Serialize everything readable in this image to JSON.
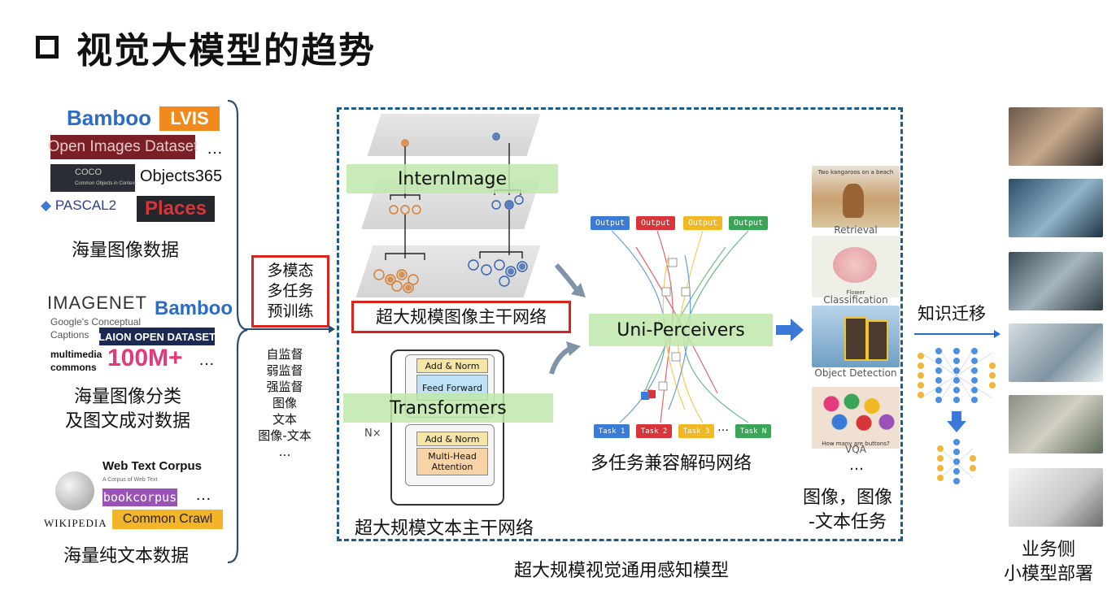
{
  "title": "视觉大模型的趋势",
  "left": {
    "logos_image": {
      "bamboo": "Bamboo",
      "lvis": "LVIS",
      "open_images": "Open Images Dataset",
      "coco": "COCO",
      "coco_sub": "Common Objects in Context",
      "objects365": "Objects365",
      "pascal": "PASCAL2",
      "places": "Places",
      "ellipsis": "…"
    },
    "caption_image": "海量图像数据",
    "logos_pair": {
      "imagenet": "IMAGENET",
      "bamboo": "Bamboo",
      "google_cc_line1": "Google's Conceptual",
      "google_cc_line2": "Captions",
      "laion": "LAION OPEN DATASET",
      "mm_line1": "multimedia",
      "mm_line2": "commons",
      "yfcc": "100M+",
      "ellipsis": "…"
    },
    "caption_pair_line1": "海量图像分类",
    "caption_pair_line2": "及图文成对数据",
    "logos_text": {
      "web_text": "Web Text Corpus",
      "web_text_sub": "A Corpus of Web Text",
      "bookcorpus": "bookcorpus",
      "common_crawl": "Common Crawl",
      "wikipedia": "WIKIPEDIA",
      "ellipsis": "…"
    },
    "caption_text": "海量纯文本数据"
  },
  "pretrain": {
    "lines": [
      "多模态",
      "多任务",
      "预训练"
    ],
    "supervision": [
      "自监督",
      "弱监督",
      "强监督",
      "图像",
      "文本",
      "图像-文本",
      "…"
    ]
  },
  "center": {
    "intern_image": "InternImage",
    "image_backbone": "超大规模图像主干网络",
    "add_norm": "Add & Norm",
    "feed_forward": "Feed Forward",
    "multi_head": "Multi-Head Attention",
    "nx": "N×",
    "transformers": "Transformers",
    "text_backbone": "超大规模文本主干网络",
    "uni_perceivers": "Uni-Perceivers",
    "decoder_caption": "多任务兼容解码网络",
    "outputs": [
      {
        "label": "Output",
        "color": "#3a7bd5"
      },
      {
        "label": "Output",
        "color": "#d8343a"
      },
      {
        "label": "Output",
        "color": "#f2b824"
      },
      {
        "label": "Output",
        "color": "#3aa557"
      }
    ],
    "tasks": [
      {
        "label": "Task 1",
        "color": "#3a7bd5"
      },
      {
        "label": "Task 2",
        "color": "#d8343a"
      },
      {
        "label": "Task 3",
        "color": "#f2b824"
      },
      {
        "label": "Task N",
        "color": "#3aa557"
      }
    ],
    "tasks_ellipsis": "…",
    "frame_caption": "超大规模视觉通用感知模型"
  },
  "task_cards": {
    "retrieval_caption": "Two kangaroos on a beach",
    "retrieval": "Retrieval",
    "flower_caption": "Flower",
    "classification": "Classification",
    "detection": "Object Detection",
    "vqa_caption": "How many are buttons?",
    "vqa": "VQA",
    "ellipsis": "…",
    "caption_line1": "图像，图像",
    "caption_line2": "-文本任务"
  },
  "right": {
    "transfer": "知识迁移",
    "deploy_line1": "业务侧",
    "deploy_line2": "小模型部署"
  },
  "colors": {
    "red_frame": "#d9231f",
    "dashed_frame": "#1c5c86",
    "green_bar": "#bee8aa",
    "arrow_blue": "#3b78d8",
    "node_blue": "#4d8fe0",
    "node_yellow": "#f0b83a"
  }
}
